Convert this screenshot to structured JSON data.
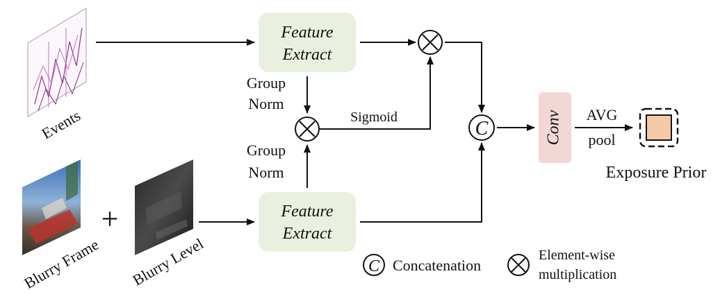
{
  "inputs": {
    "events": "Events",
    "blurry_frame": "Blurry Frame",
    "blurry_level": "Blurry Level",
    "plus": "+"
  },
  "blocks": {
    "feature_extract_top": [
      "Feature",
      "Extract"
    ],
    "feature_extract_bottom": [
      "Feature",
      "Extract"
    ],
    "conv": "Conv"
  },
  "ops": {
    "group_norm_top": [
      "Group",
      "Norm"
    ],
    "group_norm_bottom": [
      "Group",
      "Norm"
    ],
    "sigmoid": "Sigmoid",
    "avg_pool": [
      "AVG",
      "pool"
    ],
    "concat_symbol": "C",
    "multiply_symbol": "×"
  },
  "output": {
    "label": "Exposure Prior"
  },
  "legend": {
    "concatenation": "Concatenation",
    "elementwise": [
      "Element-wise",
      "multiplication"
    ]
  },
  "colors": {
    "feature_block": "#e9f0df",
    "conv_block": "#f2d7d6",
    "output_square": "#f6c9a6"
  }
}
